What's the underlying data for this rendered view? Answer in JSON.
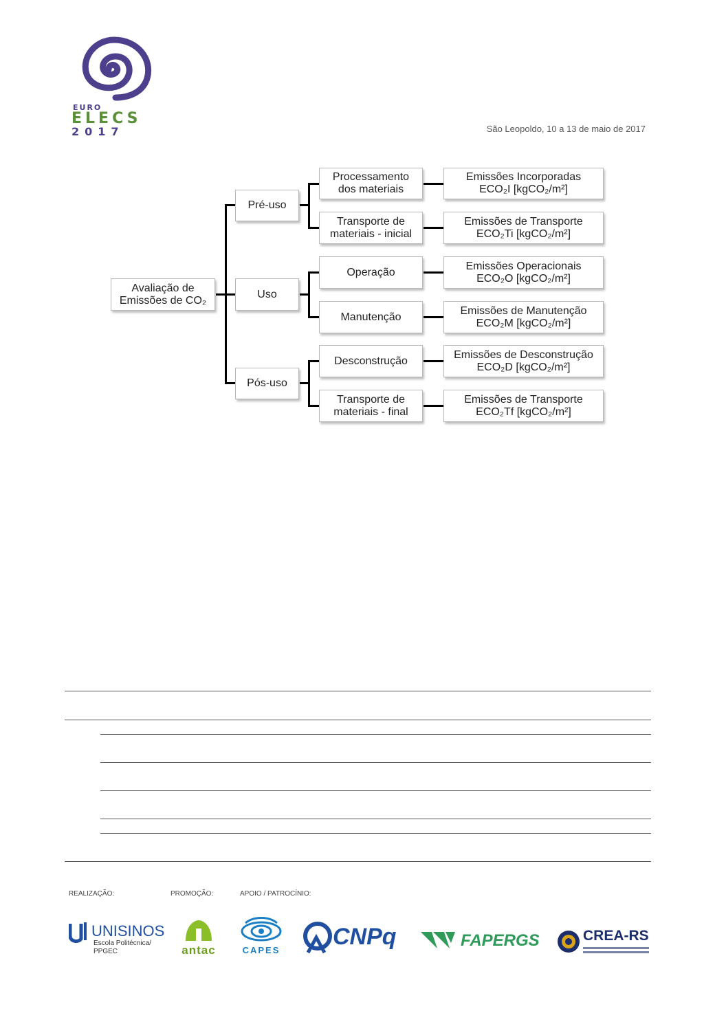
{
  "header": {
    "logo": {
      "line1": "EURO",
      "line2": "ELECS",
      "line3": "2017"
    },
    "date": "São Leopoldo, 10 a 13 de maio de 2017"
  },
  "diagram": {
    "root": {
      "line1": "Avaliação de",
      "line2": "Emissões de CO₂"
    },
    "phases": [
      {
        "label": "Pré-uso"
      },
      {
        "label": "Uso"
      },
      {
        "label": "Pós-uso"
      }
    ],
    "activities": [
      {
        "line1": "Processamento",
        "line2": "dos materiais"
      },
      {
        "line1": "Transporte de",
        "line2": "materiais - inicial"
      },
      {
        "line1": "Operação",
        "line2": ""
      },
      {
        "line1": "Manutenção",
        "line2": ""
      },
      {
        "line1": "Desconstrução",
        "line2": ""
      },
      {
        "line1": "Transporte de",
        "line2": "materiais - final"
      }
    ],
    "emissions": [
      {
        "line1": "Emissões Incorporadas",
        "line2": "ECO₂I [kgCO₂/m²]"
      },
      {
        "line1": "Emissões de Transporte",
        "line2": "ECO₂Ti [kgCO₂/m²]"
      },
      {
        "line1": "Emissões Operacionais",
        "line2": "ECO₂O [kgCO₂/m²]"
      },
      {
        "line1": "Emissões de Manutenção",
        "line2": "ECO₂M [kgCO₂/m²]"
      },
      {
        "line1": "Emissões de Desconstrução",
        "line2": "ECO₂D [kgCO₂/m²]"
      },
      {
        "line1": "Emissões de Transporte",
        "line2": "ECO₂Tf [kgCO₂/m²]"
      }
    ]
  },
  "footer": {
    "labels": {
      "realizacao": "REALIZAÇÃO:",
      "promocao": "PROMOÇÃO:",
      "apoio": "APOIO / PATROCÍNIO:"
    },
    "unisinos": {
      "name": "UNISINOS",
      "sub1": "Escola Politécnica/",
      "sub2": "PPGEC"
    },
    "antac": "antac",
    "capes": "CAPES",
    "cnpq": "CNPq",
    "fapergs": "FAPERGS",
    "crears": "CREA-RS"
  },
  "colors": {
    "logo_purple": "#4d3f8c",
    "logo_green": "#5b8f3a",
    "cnpq_blue": "#1f4f9e",
    "fapergs_green": "#2f9a5a"
  }
}
